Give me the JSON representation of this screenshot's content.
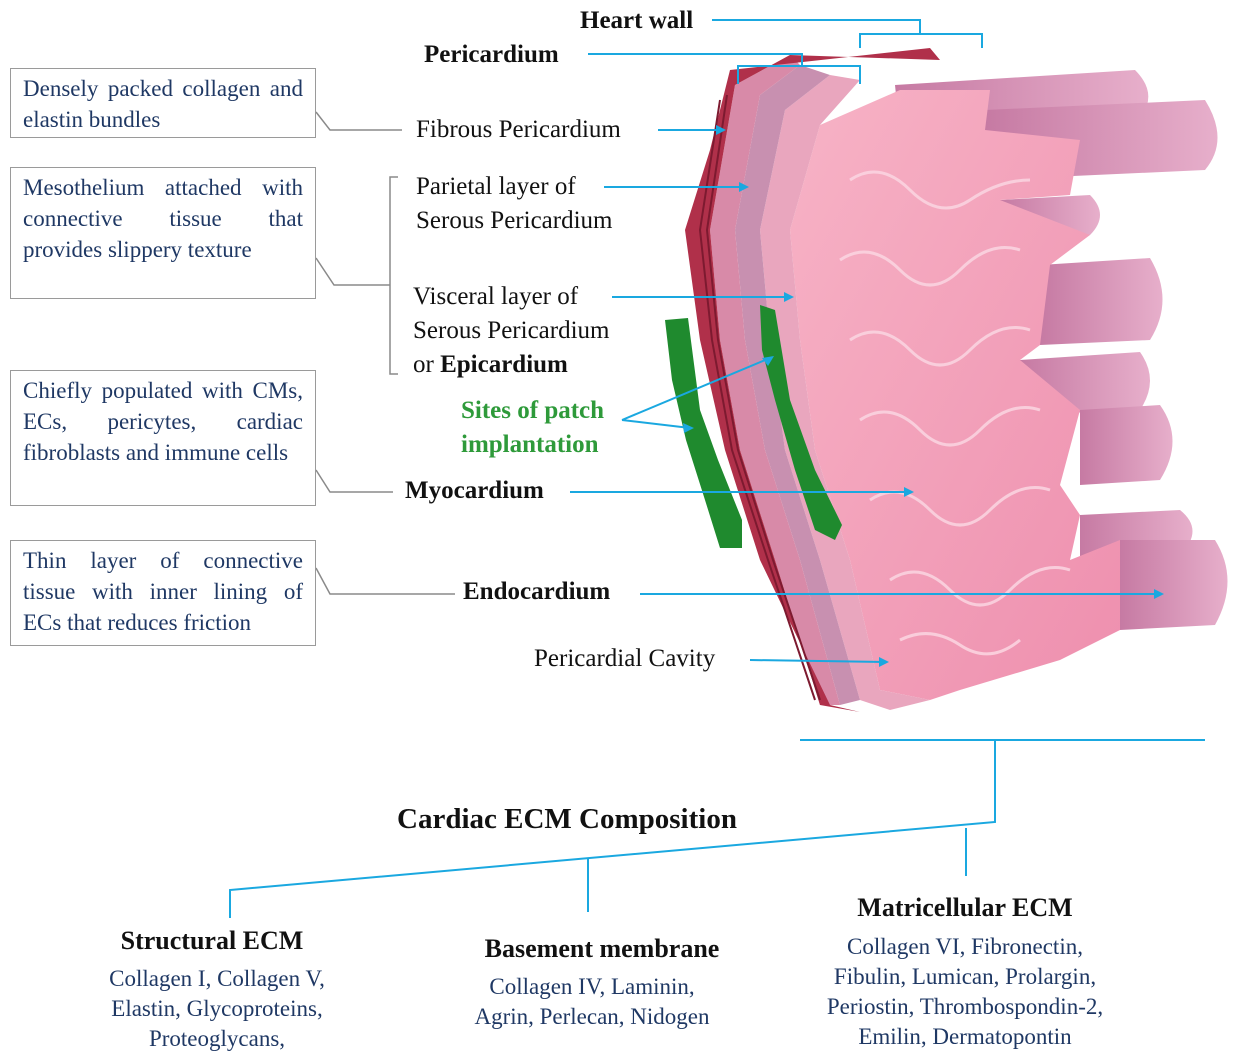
{
  "labels": {
    "heart_wall": "Heart wall",
    "pericardium": "Pericardium",
    "fibrous": "Fibrous Pericardium",
    "parietal_1": "Parietal layer of",
    "parietal_2": "Serous Pericardium",
    "visceral_1": "Visceral layer of",
    "visceral_2": "Serous Pericardium",
    "visceral_3_prefix": "or ",
    "visceral_3_bold": "Epicardium",
    "patch_1": "Sites of patch",
    "patch_2": "implantation",
    "myocardium": "Myocardium",
    "endocardium": "Endocardium",
    "cavity": "Pericardial Cavity"
  },
  "descriptions": {
    "fibrous": "Densely packed collagen and elastin bundles",
    "serous": "Mesothelium attached with connective tissue that provides slippery texture",
    "myocardium": "Chiefly populated with CMs, ECs, pericytes, cardiac fibroblasts and immune cells",
    "endocardium": "Thin layer of connective tissue with inner lining of ECs that reduces friction"
  },
  "ecm": {
    "title": "Cardiac ECM Composition",
    "categories": [
      {
        "title": "Structural ECM",
        "lines": [
          "Collagen I, Collagen V,",
          "Elastin, Glycoproteins,",
          "Proteoglycans,"
        ]
      },
      {
        "title": "Basement membrane",
        "lines": [
          "Collagen IV, Laminin,",
          "Agrin, Perlecan, Nidogen"
        ]
      },
      {
        "title": "Matricellular ECM",
        "lines": [
          "Collagen VI, Fibronectin,",
          "Fibulin, Lumican, Prolargin,",
          "Periostin, Thrombospondin-2,",
          "Emilin, Dermatopontin"
        ]
      }
    ]
  },
  "colors": {
    "connector": "#1aa8e0",
    "box_text": "#1f3864",
    "patch": "#1f8a2e",
    "myocardium": "#f4a5bd",
    "pericardium": "#b0304a"
  }
}
